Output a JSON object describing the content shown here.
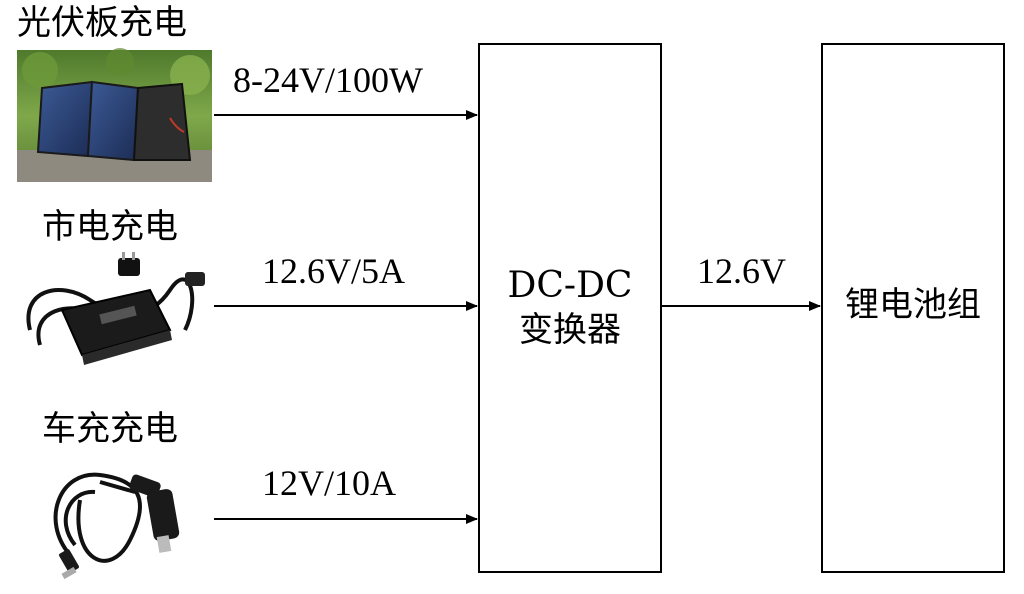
{
  "sources": [
    {
      "title": "光伏板充电",
      "flow_label": "8-24V/100W"
    },
    {
      "title": "市电充电",
      "flow_label": "12.6V/5A"
    },
    {
      "title": "车充充电",
      "flow_label": "12V/10A"
    }
  ],
  "converter": {
    "line1": "DC-DC",
    "line2": "变换器"
  },
  "output_label": "12.6V",
  "battery": {
    "label": "锂电池组"
  }
}
